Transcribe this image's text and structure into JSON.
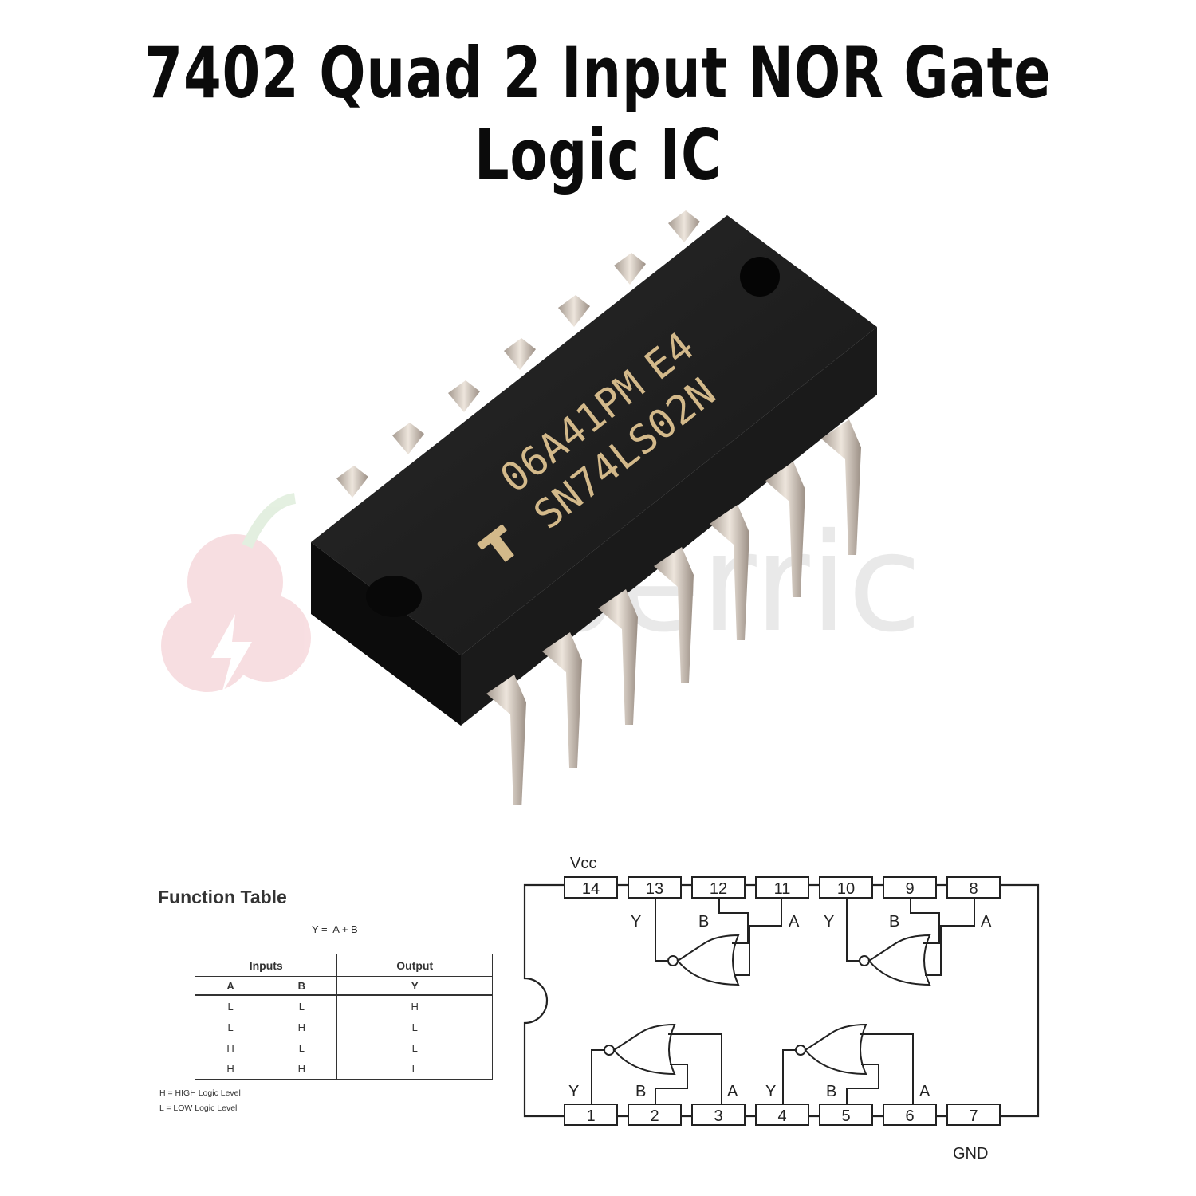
{
  "title": "7402 Quad 2 Input NOR Gate Logic IC",
  "chip": {
    "marking_line1": "06A41PM",
    "marking_suffix": "E4",
    "marking_line2": "SN74LS02N"
  },
  "watermark": "eleberric",
  "function_table": {
    "title": "Function Table",
    "equation_lhs": "Y =",
    "equation_rhs": "A + B",
    "group_inputs": "Inputs",
    "group_output": "Output",
    "columns": [
      "A",
      "B",
      "Y"
    ],
    "rows": [
      [
        "L",
        "L",
        "H"
      ],
      [
        "L",
        "H",
        "L"
      ],
      [
        "H",
        "L",
        "L"
      ],
      [
        "H",
        "H",
        "L"
      ]
    ],
    "note_high": "H = HIGH Logic Level",
    "note_low": "L = LOW Logic Level"
  },
  "pinout": {
    "vcc_label": "Vcc",
    "gnd_label": "GND",
    "top_pins": [
      "14",
      "13",
      "12",
      "11",
      "10",
      "9",
      "8"
    ],
    "bottom_pins": [
      "1",
      "2",
      "3",
      "4",
      "5",
      "6",
      "7"
    ],
    "top_labels": [
      "Y",
      "B",
      "A",
      "Y",
      "B",
      "A"
    ],
    "bottom_labels": [
      "Y",
      "B",
      "A",
      "Y",
      "B",
      "A"
    ]
  }
}
